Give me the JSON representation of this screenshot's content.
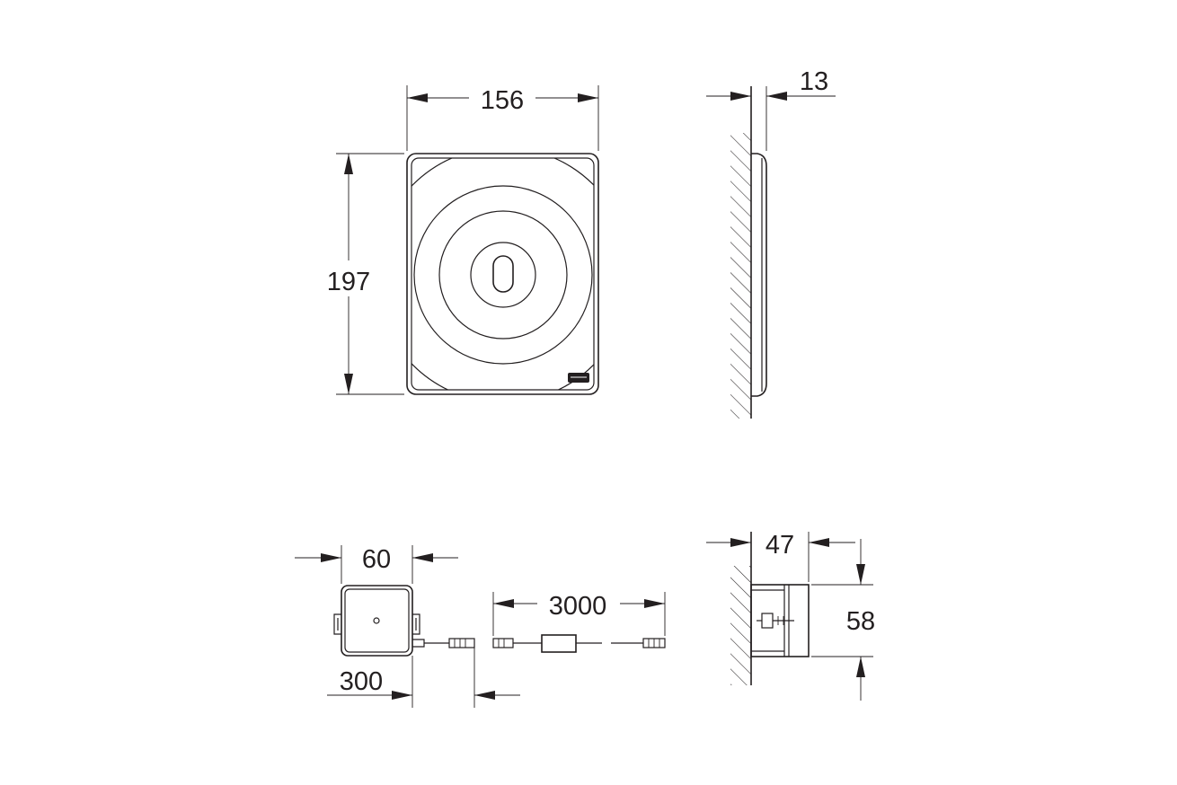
{
  "dimensions": {
    "plate_width": "156",
    "plate_height": "197",
    "plate_depth": "13",
    "box_width": "60",
    "cable_short": "300",
    "cable_long": "3000",
    "box_depth": "47",
    "box_height": "58"
  }
}
